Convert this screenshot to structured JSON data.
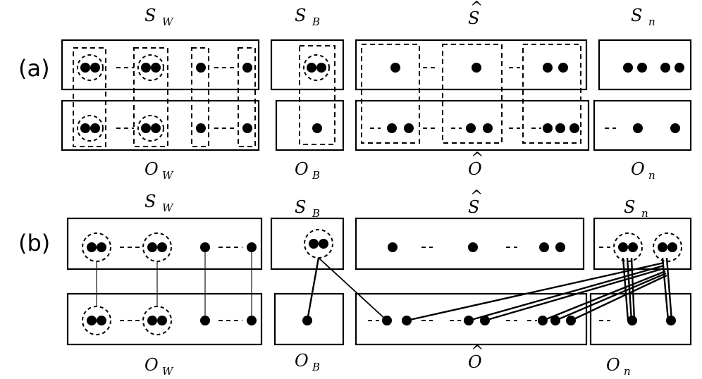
{
  "panels": [
    {
      "tag": "(a)"
    },
    {
      "tag": "(b)"
    }
  ],
  "labels": {
    "s_w": "S",
    "s_w_sub": "W",
    "s_b": "S",
    "s_b_sub": "B",
    "s_hat": "S",
    "hat": "^",
    "s_n": "S",
    "s_n_sub": "n",
    "o_w": "O",
    "o_w_sub": "W",
    "o_b": "O",
    "o_b_sub": "B",
    "o_hat": "O",
    "o_n": "O",
    "o_n_sub": "n"
  }
}
